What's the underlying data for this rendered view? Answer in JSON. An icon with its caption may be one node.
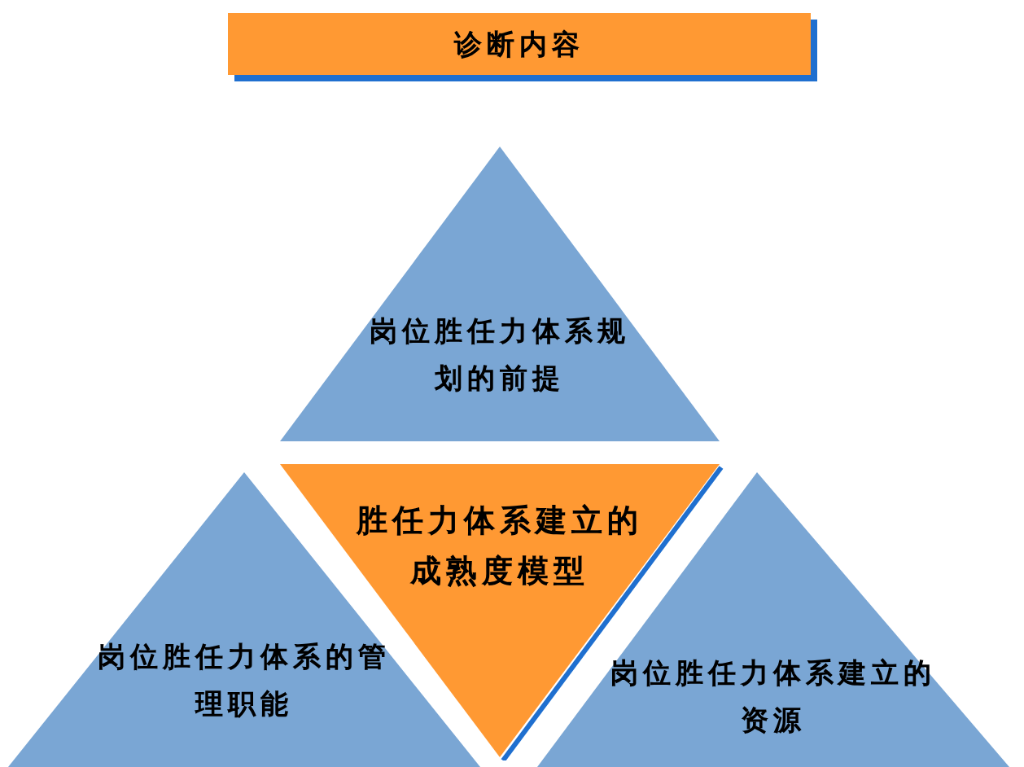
{
  "diagram": {
    "title": "诊断内容",
    "nodes": [
      {
        "text": [
          "岗位胜任力体系规划的前提"
        ]
      },
      {
        "text": [
          "胜任力体系建立的成熟度模型"
        ]
      },
      {
        "text": [
          "岗位胜任力体系的管理职能"
        ]
      },
      {
        "text": [
          "岗位胜任力体系建立的资源"
        ]
      }
    ]
  }
}
